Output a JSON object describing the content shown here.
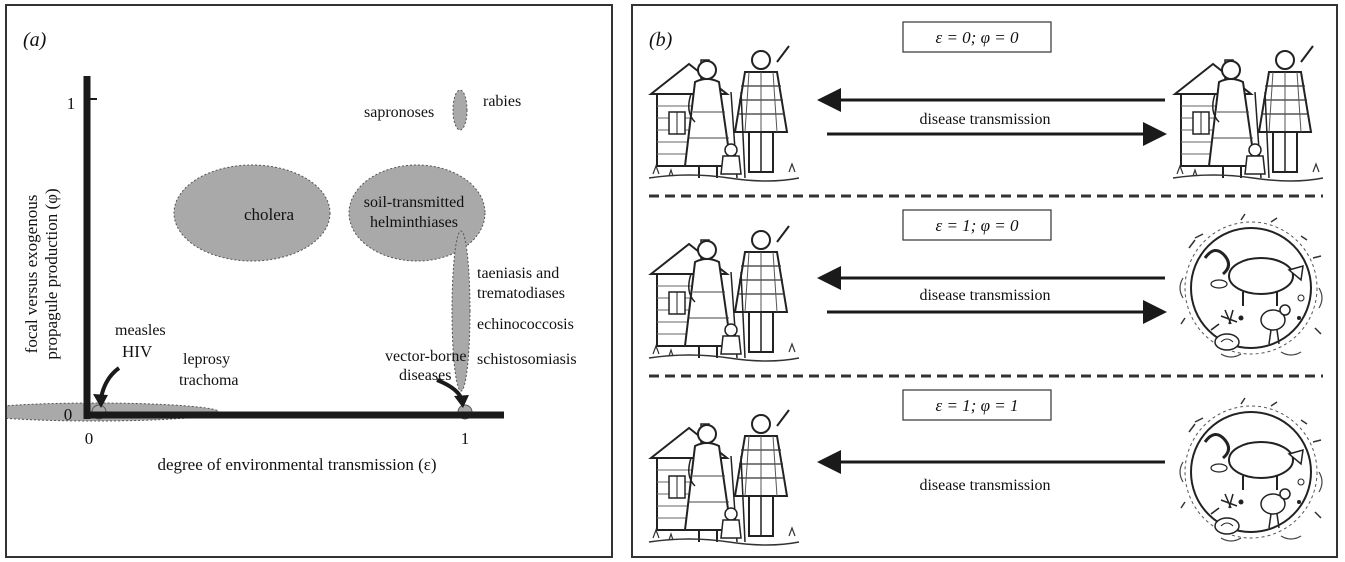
{
  "panel_a": {
    "panel_label": "(a)",
    "y_axis_label_line1": "focal versus exogenous",
    "y_axis_label_line2": "propagule production (φ)",
    "x_axis_label": "degree of environmental transmission (ε)",
    "x_ticks": [
      "0",
      "1"
    ],
    "y_ticks": [
      "0",
      "1"
    ],
    "labels": {
      "sapronoses": "sapronoses",
      "rabies": "rabies",
      "cholera": "cholera",
      "sth_line1": "soil-transmitted",
      "sth_line2": "helminthiases",
      "taeniasis_line1": "taeniasis and",
      "taeniasis_line2": "trematodiases",
      "echinococcosis": "echinococcosis",
      "schistosomiasis": "schistosomiasis",
      "vector_line1": "vector-borne",
      "vector_line2": "diseases",
      "measles": "measles",
      "hiv": "HIV",
      "leprosy": "leprosy",
      "trachoma": "trachoma"
    }
  },
  "panel_b": {
    "panel_label": "(b)",
    "scenarios": [
      {
        "param_label": "ε = 0; φ = 0",
        "arrow_label": "disease transmission"
      },
      {
        "param_label": "ε = 1; φ = 0",
        "arrow_label": "disease transmission"
      },
      {
        "param_label": "ε = 1; φ = 1",
        "arrow_label": "disease transmission"
      }
    ]
  },
  "colors": {
    "ellipse_fill": "#a9a9a9",
    "axis": "#1a1a1a"
  }
}
